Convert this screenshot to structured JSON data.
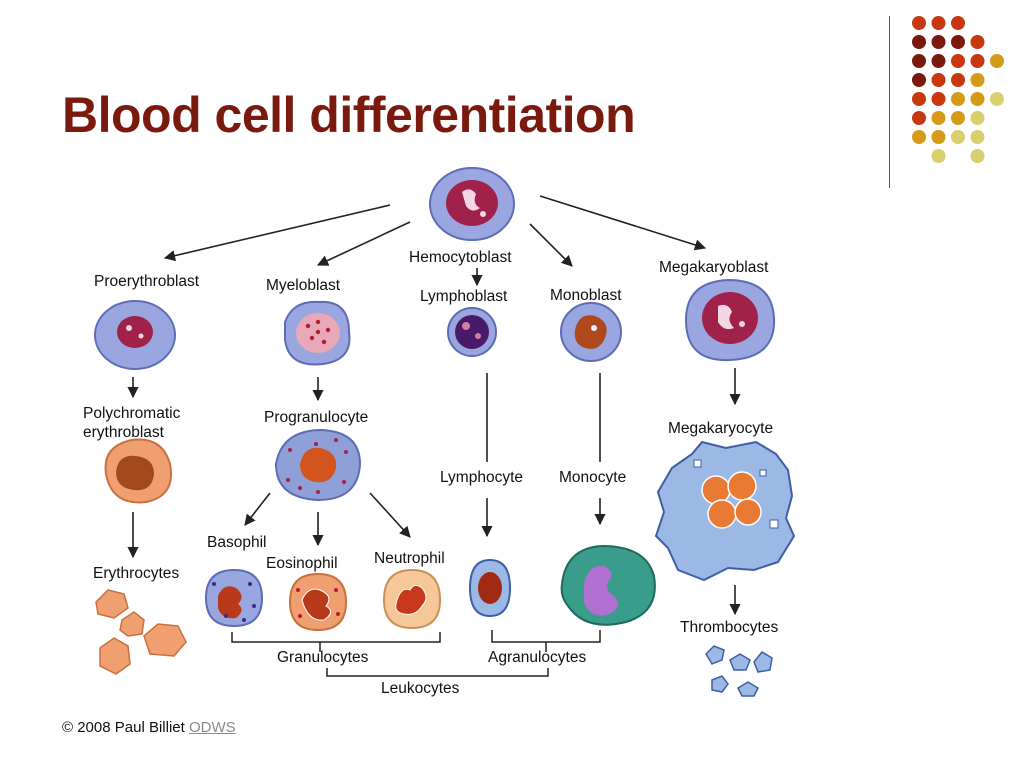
{
  "slide": {
    "title": "Blood cell differentiation",
    "footer_text": "© 2008 Paul Billiet",
    "footer_link": "ODWS"
  },
  "colors": {
    "title": "#7a1a0f",
    "dot_palette": [
      "#7a1a0f",
      "#c8380e",
      "#d39b18",
      "#d8cf6e"
    ],
    "cell_blue": "#9aa6e0",
    "nucleus_red": "#a0224a",
    "erythro_orange": "#f0a070"
  },
  "diagram": {
    "labels": {
      "hemocytoblast": "Hemocytoblast",
      "proerythroblast": "Proerythroblast",
      "myeloblast": "Myeloblast",
      "lymphoblast": "Lymphoblast",
      "monoblast": "Monoblast",
      "megakaryoblast": "Megakaryoblast",
      "polychromatic_1": "Polychromatic",
      "polychromatic_2": "erythroblast",
      "progranulocyte": "Progranulocyte",
      "lymphocyte": "Lymphocyte",
      "monocyte": "Monocyte",
      "megakaryocyte": "Megakaryocyte",
      "erythrocytes": "Erythrocytes",
      "basophil": "Basophil",
      "eosinophil": "Eosinophil",
      "neutrophil": "Neutrophil",
      "thrombocytes": "Thrombocytes",
      "granulocytes": "Granulocytes",
      "agranulocytes": "Agranulocytes",
      "leukocytes": "Leukocytes"
    }
  }
}
